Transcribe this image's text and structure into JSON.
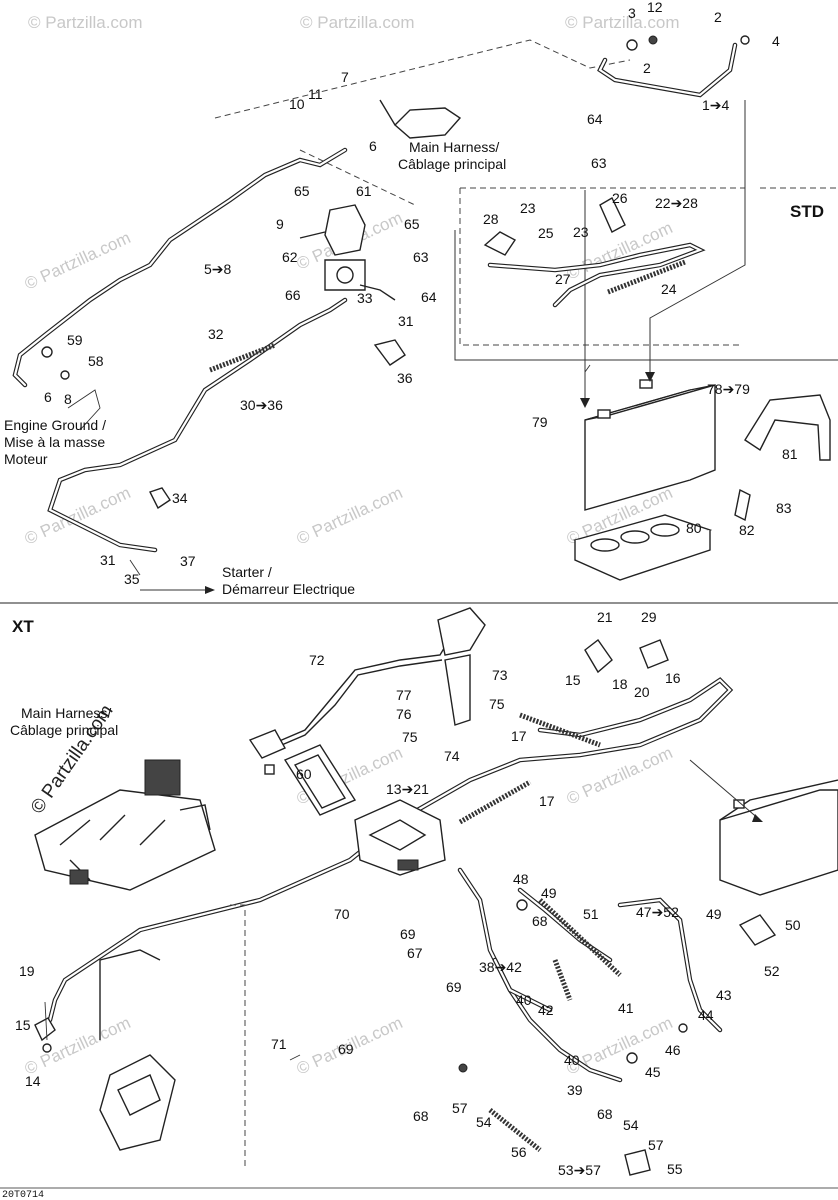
{
  "sections": {
    "std": "STD",
    "xt": "XT"
  },
  "labels": {
    "main_harness_top": [
      "Main Harness/",
      "Câblage principal"
    ],
    "main_harness_left": [
      "Main Harness/",
      "Câblage principal"
    ],
    "engine_ground": [
      "Engine Ground /",
      "Mise à la masse",
      "Moteur"
    ],
    "starter": [
      "Starter /",
      "Démarreur Electrique"
    ]
  },
  "watermark": "© Partzilla.com",
  "reference_code": "20T0714",
  "callouts_std": [
    "3",
    "12",
    "2",
    "4",
    "2",
    "1➔4",
    "7",
    "11",
    "10",
    "6",
    "64",
    "63",
    "Main Harness/",
    "65",
    "61",
    "9",
    "65",
    "62",
    "63",
    "66",
    "33",
    "64",
    "31",
    "32",
    "36",
    "5➔8",
    "30➔36",
    "59",
    "58",
    "6",
    "8",
    "34",
    "31",
    "37",
    "35",
    "28",
    "23",
    "25",
    "26",
    "22➔28",
    "23",
    "27",
    "24",
    "78➔79",
    "79",
    "81",
    "83",
    "82",
    "80"
  ],
  "callouts_xt": [
    "21",
    "29",
    "72",
    "73",
    "15",
    "18",
    "16",
    "20",
    "77",
    "76",
    "75",
    "75",
    "74",
    "17",
    "60",
    "13➔21",
    "17",
    "19",
    "15",
    "14",
    "70",
    "69",
    "67",
    "69",
    "71",
    "69",
    "68",
    "57",
    "54",
    "48",
    "49",
    "68",
    "51",
    "47➔52",
    "49",
    "50",
    "52",
    "38➔42",
    "40",
    "41",
    "42",
    "40",
    "39",
    "43",
    "44",
    "46",
    "45",
    "68",
    "56",
    "53➔57",
    "54",
    "57",
    "55"
  ]
}
